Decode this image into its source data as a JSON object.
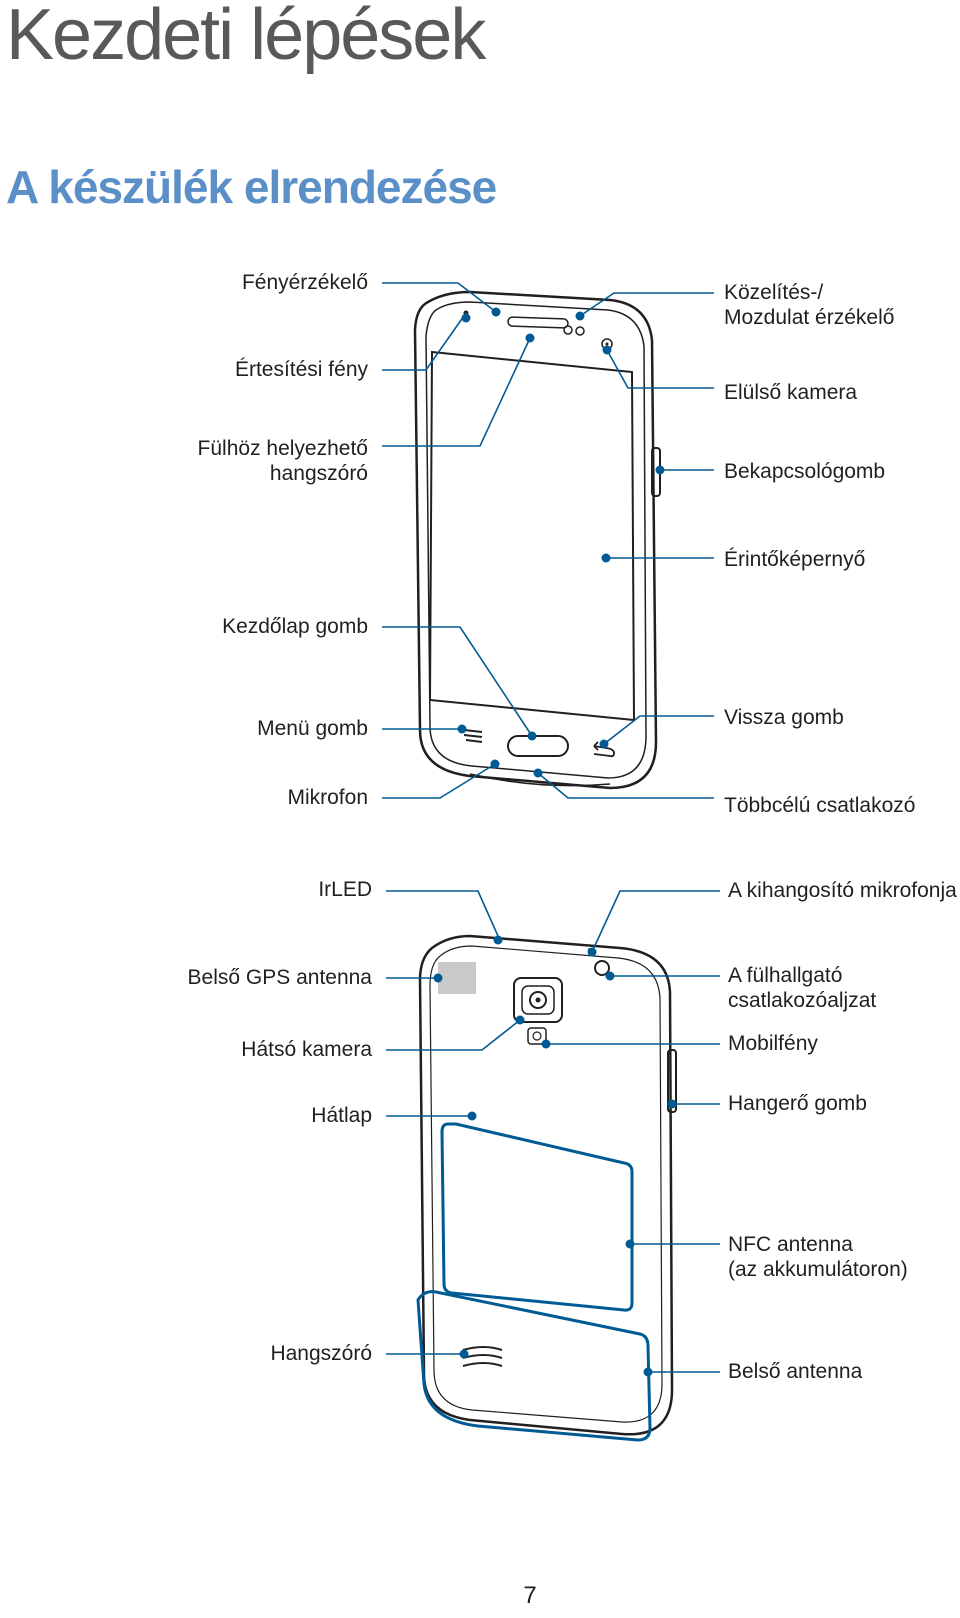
{
  "page": {
    "title": "Kezdeti lépések",
    "subtitle": "A készülék elrendezése",
    "page_number": "7"
  },
  "front_labels": {
    "light_sensor": "Fényérzékelő",
    "notification_light": "Értesítési fény",
    "earpiece_line1": "Fülhöz helyezhető",
    "earpiece_line2": "hangszóró",
    "home_button": "Kezdőlap gomb",
    "menu_button": "Menü gomb",
    "microphone": "Mikrofon",
    "proximity_line1": "Közelítés-/",
    "proximity_line2": "Mozdulat érzékelő",
    "front_camera": "Elülső kamera",
    "power_button": "Bekapcsológomb",
    "touchscreen": "Érintőképernyő",
    "back_button": "Vissza gomb",
    "multipurpose_jack": "Többcélú csatlakozó"
  },
  "back_labels": {
    "irled": "IrLED",
    "gps_antenna": "Belső GPS antenna",
    "rear_camera": "Hátsó kamera",
    "back_cover": "Hátlap",
    "speaker": "Hangszóró",
    "speaker_mic": "A kihangosító mikrofonja",
    "headset_jack_line1": "A fülhallgató",
    "headset_jack_line2": "csatlakozóaljzat",
    "flash": "Mobilfény",
    "volume_button": "Hangerő gomb",
    "nfc_line1": "NFC antenna",
    "nfc_line2": "(az akkumulátoron)",
    "main_antenna": "Belső antenna"
  },
  "colors": {
    "title": "#58595b",
    "subtitle": "#5b8fc8",
    "callout": "#005b94",
    "outline": "#231f20"
  }
}
